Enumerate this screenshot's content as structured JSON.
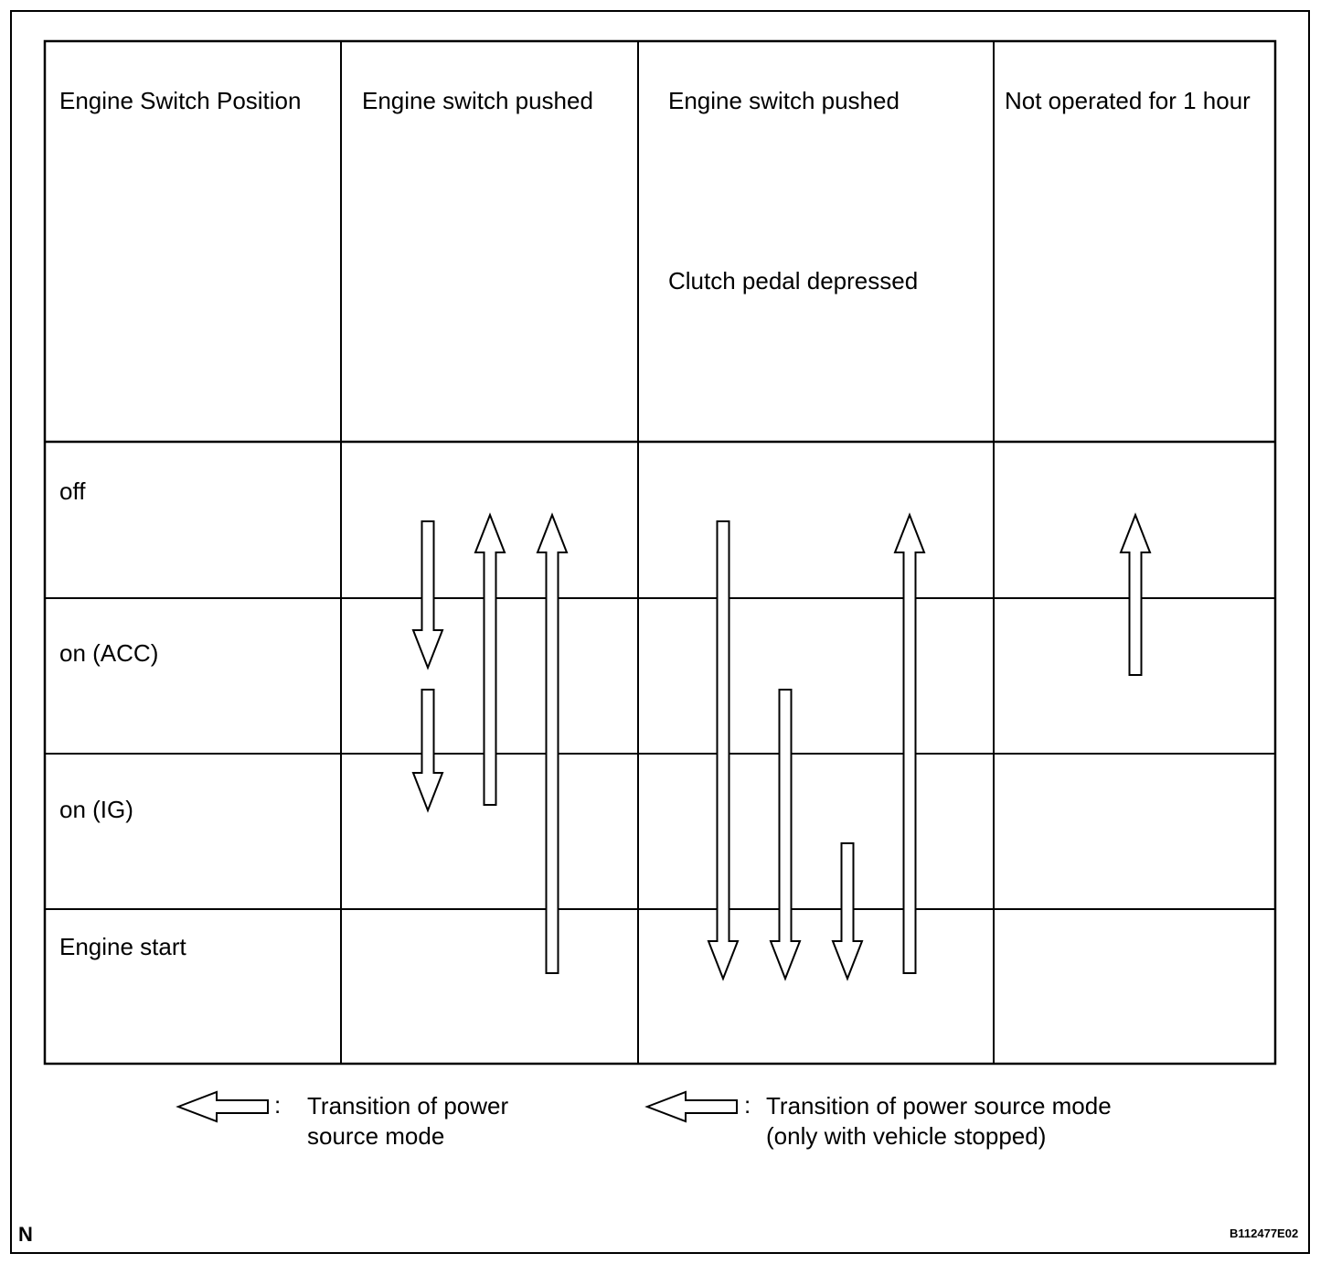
{
  "table": {
    "header_label": "Engine Switch Position",
    "columns": [
      {
        "label": "Engine switch pushed",
        "sublabel": ""
      },
      {
        "label": "Engine switch pushed",
        "sublabel": "Clutch pedal depressed"
      },
      {
        "label": "Not operated for 1 hour",
        "sublabel": ""
      }
    ],
    "rows": [
      "off",
      "on (ACC)",
      "on (IG)",
      "Engine start"
    ]
  },
  "transitions": [
    {
      "column": 1,
      "from": "off",
      "to": "on (ACC)",
      "type": "vehicle-stopped-only"
    },
    {
      "column": 1,
      "from": "on (ACC)",
      "to": "on (IG)",
      "type": "vehicle-stopped-only"
    },
    {
      "column": 1,
      "from": "on (IG)",
      "to": "off",
      "type": "vehicle-stopped-only"
    },
    {
      "column": 1,
      "from": "Engine start",
      "to": "off",
      "type": "vehicle-stopped-only"
    },
    {
      "column": 2,
      "from": "off",
      "to": "Engine start",
      "type": "vehicle-stopped-only"
    },
    {
      "column": 2,
      "from": "on (ACC)",
      "to": "Engine start",
      "type": "vehicle-stopped-only"
    },
    {
      "column": 2,
      "from": "on (IG)",
      "to": "Engine start",
      "type": "vehicle-stopped-only"
    },
    {
      "column": 2,
      "from": "Engine start",
      "to": "off",
      "type": "vehicle-stopped-only"
    },
    {
      "column": 3,
      "from": "on (ACC)",
      "to": "off",
      "type": "vehicle-stopped-only"
    }
  ],
  "legend": [
    {
      "icon": "open-arrow-left-icon",
      "separator": ":",
      "line1": "Transition of power",
      "line2": "source mode"
    },
    {
      "icon": "open-arrow-left-icon",
      "separator": ":",
      "line1": "Transition of power source mode",
      "line2": "(only with vehicle stopped)"
    }
  ],
  "corner_label": "N",
  "figure_code": "B112477E02"
}
